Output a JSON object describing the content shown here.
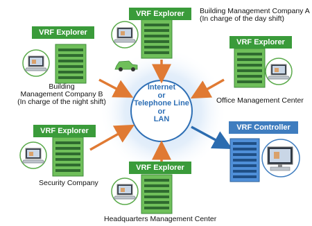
{
  "hub": {
    "line1": "Internet",
    "line2": "or",
    "line3": "Telephone Line",
    "line4": "or",
    "line5": "LAN"
  },
  "tags": {
    "top": "VRF Explorer",
    "left_upper": "VRF Explorer",
    "right_upper": "VRF Explorer",
    "left_lower": "VRF Explorer",
    "bottom": "VRF Explorer",
    "controller": "VRF Controller"
  },
  "labels": {
    "company_a_line1": "Building Management Company A",
    "company_a_line2": "(In charge of the day shift)",
    "company_b_line1": "Building",
    "company_b_line2": "Management Company B",
    "company_b_line3": "(In charge of the night shift)",
    "office": "Office Management Center",
    "security": "Security Company",
    "headquarters": "Headquarters Management Center"
  },
  "colors": {
    "explorer_tag": "#3a9b3a",
    "controller_tag": "#3f7dbf",
    "arrow_orange": "#e07a33",
    "arrow_blue": "#2b6cb0",
    "hub_text": "#2e6fb5",
    "building_green": "#6fbf5a",
    "building_blue": "#4f8fd8"
  },
  "icons": [
    "laptop-icon",
    "building-icon",
    "car-icon",
    "desktop-computer-icon",
    "server-tower-icon"
  ]
}
